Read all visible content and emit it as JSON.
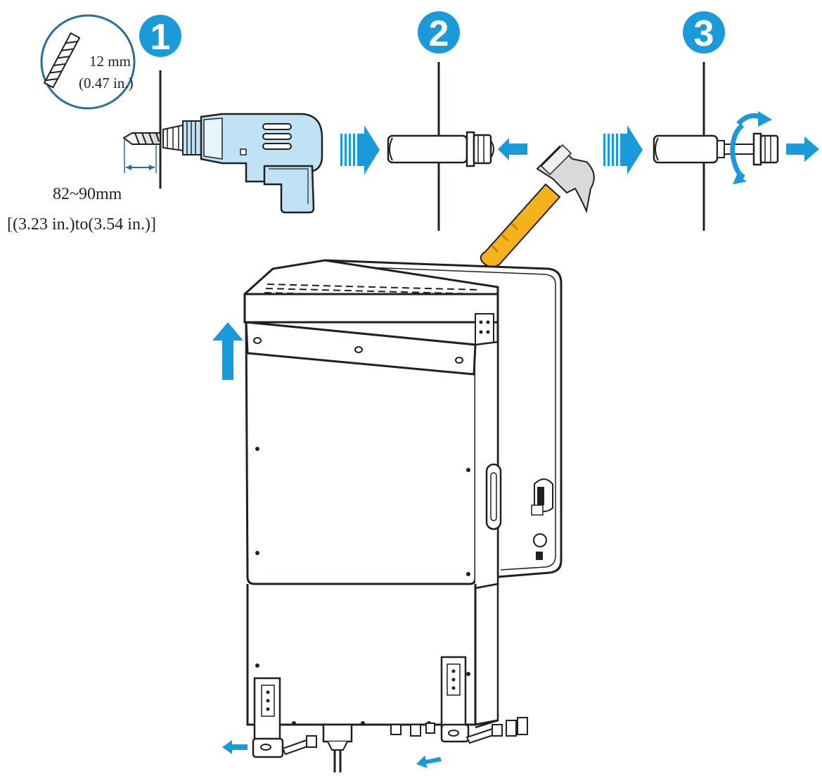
{
  "steps": [
    {
      "number": "1",
      "label": "drill-hole"
    },
    {
      "number": "2",
      "label": "insert-anchor"
    },
    {
      "number": "3",
      "label": "remove-bolt"
    }
  ],
  "drill_bit": {
    "diameter_mm": "12 mm",
    "diameter_in": "(0.47 in.)"
  },
  "hole_depth": {
    "mm": "82~90mm",
    "in": "[(3.23 in.)to(3.54 in.)]"
  },
  "colors": {
    "accent": "#1a9ad9",
    "tool_blue": "#bfe3f5",
    "hammer_handle": "#f5b21b",
    "line": "#231f20"
  },
  "icons": [
    "drill-icon",
    "hammer-icon",
    "expansion-bolt-icon",
    "rotate-arrow-icon",
    "inverter-unit"
  ]
}
